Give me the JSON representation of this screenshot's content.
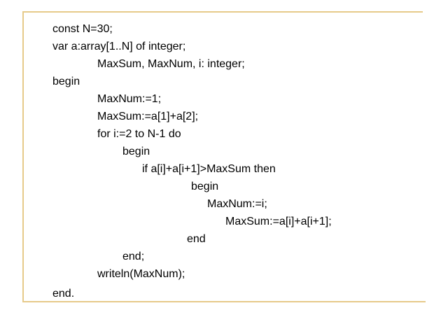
{
  "code": {
    "lines": [
      "const N=30;",
      "var a:array[1..N] of integer;",
      "MaxSum, MaxNum, i: integer;",
      "begin",
      "MaxNum:=1;",
      "MaxSum:=a[1]+a[2];",
      "for i:=2 to N-1 do",
      "begin",
      "if a[i]+a[i+1]>MaxSum then",
      "begin",
      "MaxNum:=i;",
      "MaxSum:=a[i]+a[i+1];",
      "end",
      "end;",
      "writeln(MaxNum);",
      "end."
    ]
  },
  "colors": {
    "rule": "#e6ca8a",
    "text": "#000000",
    "background": "#ffffff"
  }
}
